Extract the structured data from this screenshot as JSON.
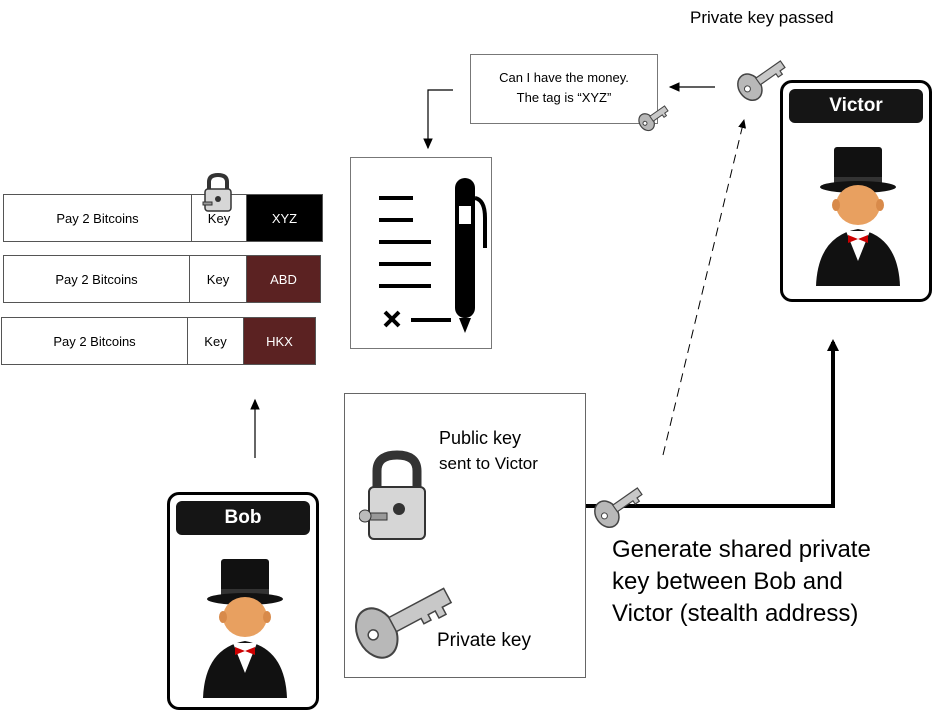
{
  "top_label": "Private key passed",
  "note": {
    "line1": "Can I have the money.",
    "line2": "The tag is “XYZ”"
  },
  "rows": [
    {
      "label": "Pay 2 Bitcoins",
      "key": "Key",
      "tag": "XYZ",
      "tag_color": "#000000",
      "locked": true
    },
    {
      "label": "Pay 2 Bitcoins",
      "key": "Key",
      "tag": "ABD",
      "tag_color": "#5b2222",
      "locked": false
    },
    {
      "label": "Pay 2 Bitcoins",
      "key": "Key",
      "tag": "HKX",
      "tag_color": "#5b2222",
      "locked": false
    }
  ],
  "victor": {
    "name": "Victor"
  },
  "bob": {
    "name": "Bob"
  },
  "keys_box": {
    "public_line1": "Public key",
    "public_line2": "sent to Victor",
    "private_label": "Private key"
  },
  "generate_text": {
    "line1": "Generate shared private",
    "line2": "key between Bob and",
    "line3": "Victor (stealth address)"
  },
  "icons": [
    "padlock-icon",
    "key-icon",
    "document-sign-icon",
    "top-hat-person-icon"
  ]
}
